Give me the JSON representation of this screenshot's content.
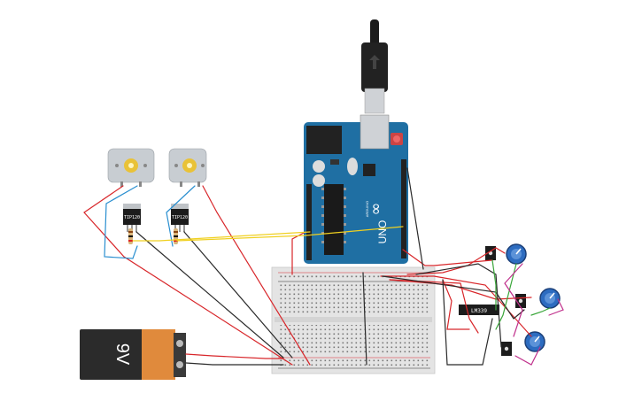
{
  "battery": {
    "label": "9V",
    "color_body": "#2b2b2b",
    "color_cap": "#e08a3c"
  },
  "arduino": {
    "logo": "∞",
    "model": "UNO",
    "brand": "ARDUINO",
    "board_color": "#1f6fa3"
  },
  "chips": {
    "transistor_label": "TIP120",
    "comparator_label": "LM339"
  },
  "wires": {
    "red": "#d8262a",
    "black": "#2a2a2a",
    "blue": "#2a8fd0",
    "yellow": "#f0d020",
    "green": "#3aa63a",
    "magenta": "#c0308c"
  }
}
